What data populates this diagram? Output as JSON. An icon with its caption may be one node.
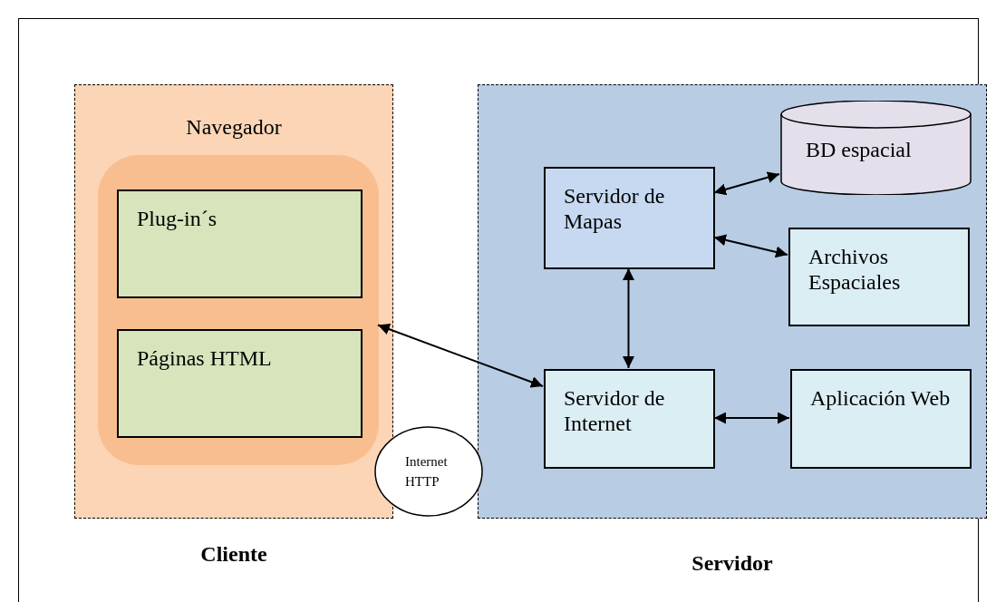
{
  "diagram": {
    "nodes": [
      {
        "text": [
          "Navegador"
        ],
        "beside": [
          "Cliente"
        ]
      },
      {
        "text": [],
        "shape": "box",
        "in": 0
      },
      {
        "text": [
          "Plug-in´s"
        ],
        "in": 1
      },
      {
        "text": [
          "Páginas HTML"
        ],
        "in": 1
      },
      {
        "text": [],
        "shape": "box",
        "beside": [
          "Servidor"
        ]
      },
      {
        "text": [
          "BD espacial"
        ],
        "in": 4
      },
      {
        "text": [
          "Servidor de Mapas"
        ],
        "in": 4
      },
      {
        "text": [
          "Archivos Espaciales"
        ],
        "in": 4
      },
      {
        "text": [
          "Servidor de Internet"
        ],
        "in": 4
      },
      {
        "text": [
          "Aplicación Web"
        ],
        "in": 4
      },
      {
        "text": [
          "Internet HTTP"
        ]
      }
    ],
    "edges": [
      {
        "from": 1,
        "to": 8,
        "arrow": "both"
      },
      {
        "from": 6,
        "to": 5,
        "arrow": "both"
      },
      {
        "from": 6,
        "to": 7,
        "arrow": "both"
      },
      {
        "from": 6,
        "to": 8,
        "arrow": "both"
      },
      {
        "from": 8,
        "to": 9,
        "arrow": "both"
      }
    ]
  }
}
